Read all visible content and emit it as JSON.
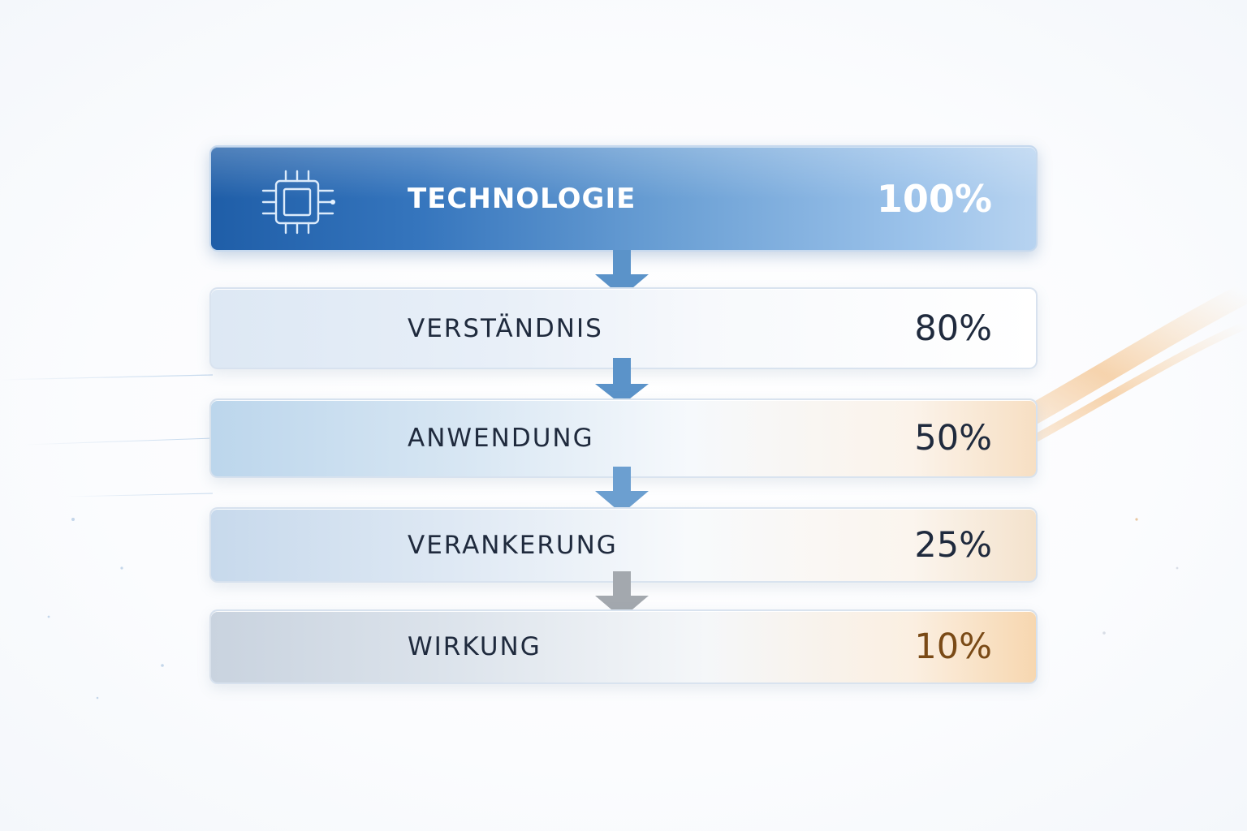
{
  "stages": [
    {
      "label": "TECHNOLOGIE",
      "value": "100%",
      "level": 100
    },
    {
      "label": "VERSTÄNDNIS",
      "value": "80%",
      "level": 80
    },
    {
      "label": "ANWENDUNG",
      "value": "50%",
      "level": 50
    },
    {
      "label": "VERANKERUNG",
      "value": "25%",
      "level": 25
    },
    {
      "label": "WIRKUNG",
      "value": "10%",
      "level": 10
    }
  ],
  "icon": "microchip-icon",
  "colors": {
    "primary_blue": "#2e6db4",
    "arrow_blue": "#5b93c9",
    "arrow_grey": "#a3a8ae",
    "accent_orange": "#e9a55c"
  }
}
